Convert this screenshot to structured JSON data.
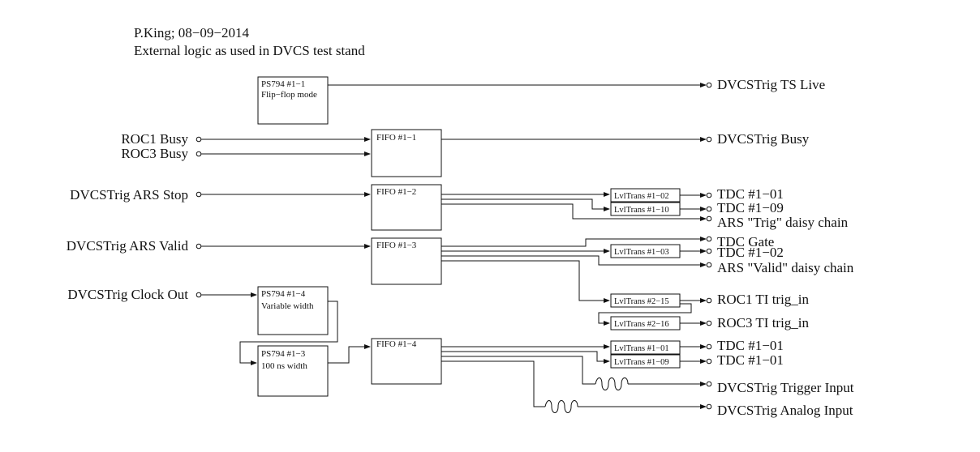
{
  "header": {
    "author_line": "P.King; 08−09−2014",
    "description": "External logic as used in DVCS test stand"
  },
  "modules": {
    "ps794_1_1": {
      "name": "PS794 #1−1",
      "mode": "Flip−flop mode"
    },
    "ps794_1_4": {
      "name": "PS794 #1−4",
      "mode": "Variable width"
    },
    "ps794_1_3": {
      "name": "PS794 #1−3",
      "mode": "100 ns width"
    },
    "fifo_1_1": "FIFO #1−1",
    "fifo_1_2": "FIFO #1−2",
    "fifo_1_3": "FIFO #1−3",
    "fifo_1_4": "FIFO #1−4"
  },
  "level_translators": {
    "lt_a": "LvlTrans #1−02",
    "lt_b": "LvlTrans #1−10",
    "lt_c": "LvlTrans #1−03",
    "lt_d": "LvlTrans #2−15",
    "lt_e": "LvlTrans #2−16",
    "lt_f": "LvlTrans #1−01",
    "lt_g": "LvlTrans #1−09"
  },
  "inputs": {
    "roc1_busy": "ROC1 Busy",
    "roc3_busy": "ROC3 Busy",
    "ars_stop": "DVCSTrig ARS Stop",
    "ars_valid": "DVCSTrig ARS Valid",
    "clock_out": "DVCSTrig Clock Out"
  },
  "outputs": {
    "ts_live": "DVCSTrig TS Live",
    "busy": "DVCSTrig Busy",
    "tdc_01_a": "TDC #1−01",
    "tdc_09": "TDC #1−09",
    "ars_trig_chain": "ARS \"Trig\" daisy chain",
    "tdc_gate": "TDC Gate",
    "tdc_02": "TDC #1−02",
    "ars_valid_chain": "ARS \"Valid\" daisy chain",
    "roc1_ti": "ROC1 TI trig_in",
    "roc3_ti": "ROC3 TI trig_in",
    "tdc_01_b": "TDC #1−01",
    "tdc_01_c": "TDC #1−01",
    "trigger_input": "DVCSTrig Trigger Input",
    "analog_input": "DVCSTrig Analog Input"
  }
}
